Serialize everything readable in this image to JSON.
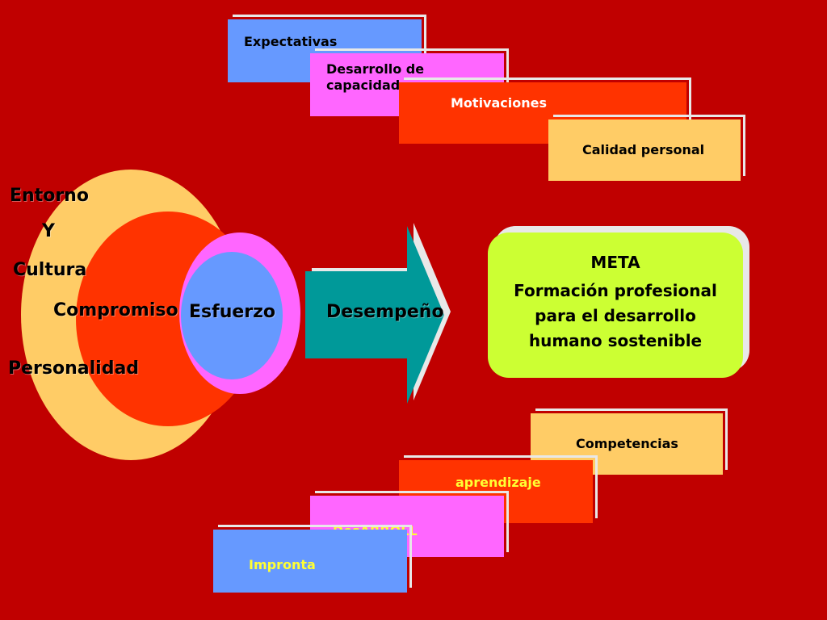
{
  "top_boxes": {
    "expectativas": "Expectativas",
    "desarrollo": "Desarrollo de capacidades",
    "motivaciones": "Motivaciones",
    "calidad": "Calidad personal"
  },
  "circle_labels": {
    "entorno": "Entorno",
    "y": "Y",
    "cultura": "Cultura",
    "compromiso": "Compromiso",
    "personalidad": "Personalidad",
    "esfuerzo": "Esfuerzo"
  },
  "arrow_label": "Desempeño",
  "goal": {
    "title": "META",
    "text": "Formación profesional para el desarrollo humano sostenible"
  },
  "bottom_boxes": {
    "competencias": "Competencias",
    "aprendizaje": "aprendizaje",
    "desarrollo": "DesARROLLO",
    "impronta": "Impronta"
  },
  "colors": {
    "background": "#c00000",
    "blue": "#6699ff",
    "magenta": "#ff66ff",
    "orange_red": "#ff3300",
    "peach": "#ffcc66",
    "lime": "#ccff33",
    "teal": "#009999"
  }
}
